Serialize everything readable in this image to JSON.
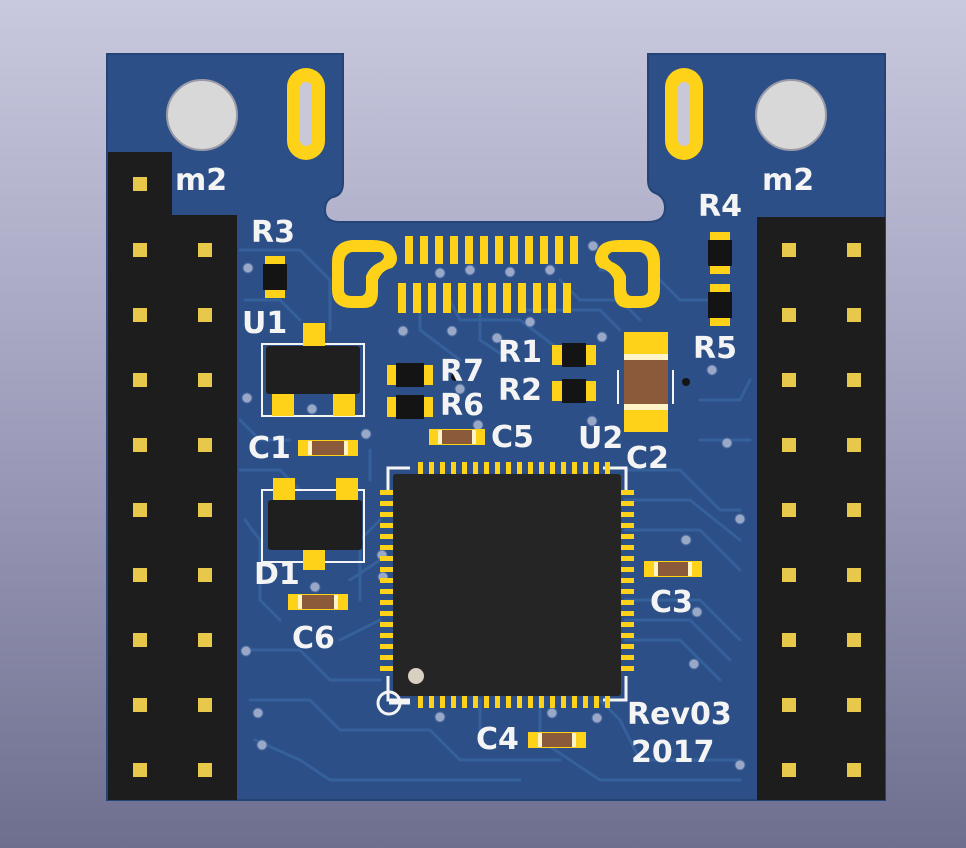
{
  "colors": {
    "board": "#2b4f86",
    "board_edge": "#244476",
    "copper": "#ffd21a",
    "header_body": "#1d1d1d",
    "pin": "#e8c84a",
    "silkscreen": "#f4f4f4",
    "chip": "#252525",
    "resistor": "#141414",
    "capacitor": "#8a5a3a"
  },
  "labels": {
    "m2_left": "m2",
    "m2_right": "m2",
    "r3": "R3",
    "r4": "R4",
    "r5": "R5",
    "u1": "U1",
    "r1": "R1",
    "r2": "R2",
    "r7": "R7",
    "r6": "R6",
    "c1": "C1",
    "c5": "C5",
    "u2": "U2",
    "c2": "C2",
    "d1": "D1",
    "c6": "C6",
    "c3": "C3",
    "c4": "C4",
    "revision": "Rev03",
    "year": "2017"
  },
  "icons": {
    "mounting_hole": "mounting-hole-icon",
    "usb_connector": "usb-connector-icon",
    "pin1_marker": "pin1-marker-icon"
  }
}
